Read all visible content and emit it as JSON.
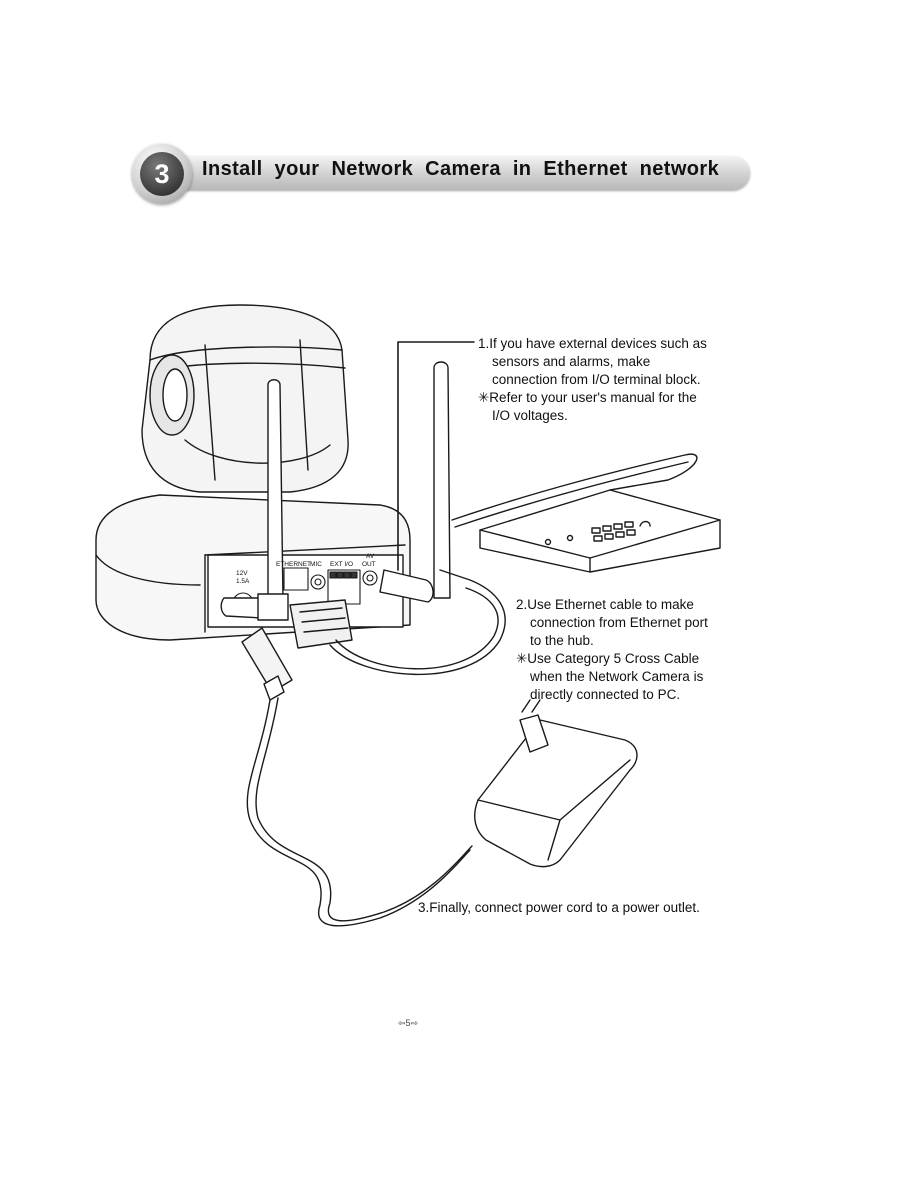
{
  "header": {
    "step_number": "3",
    "title": "Install your Network Camera in Ethernet network"
  },
  "camera_labels": {
    "power": "12V",
    "power_sub": "1.5A",
    "ethernet": "ETHERNET",
    "mic": "MIC",
    "ext_io": "EXT I/O",
    "av": "AV",
    "av_out": "OUT"
  },
  "callouts": {
    "step1": {
      "line1": "1.If you have external devices such as",
      "line2": "sensors and alarms, make",
      "line3": "connection from I/O terminal block.",
      "note1": "✳Refer to your user's manual for the",
      "note2": "I/O voltages."
    },
    "step2": {
      "line1": "2.Use Ethernet cable to make",
      "line2": "connection from Ethernet port",
      "line3": "to the hub.",
      "note1": "✳Use Category 5 Cross Cable",
      "note2": "when the Network Camera is",
      "note3": "directly connected to PC."
    },
    "step3": {
      "line1": "3.Finally, connect power cord to a power outlet."
    }
  },
  "page": {
    "number": "⇦5⇨"
  }
}
